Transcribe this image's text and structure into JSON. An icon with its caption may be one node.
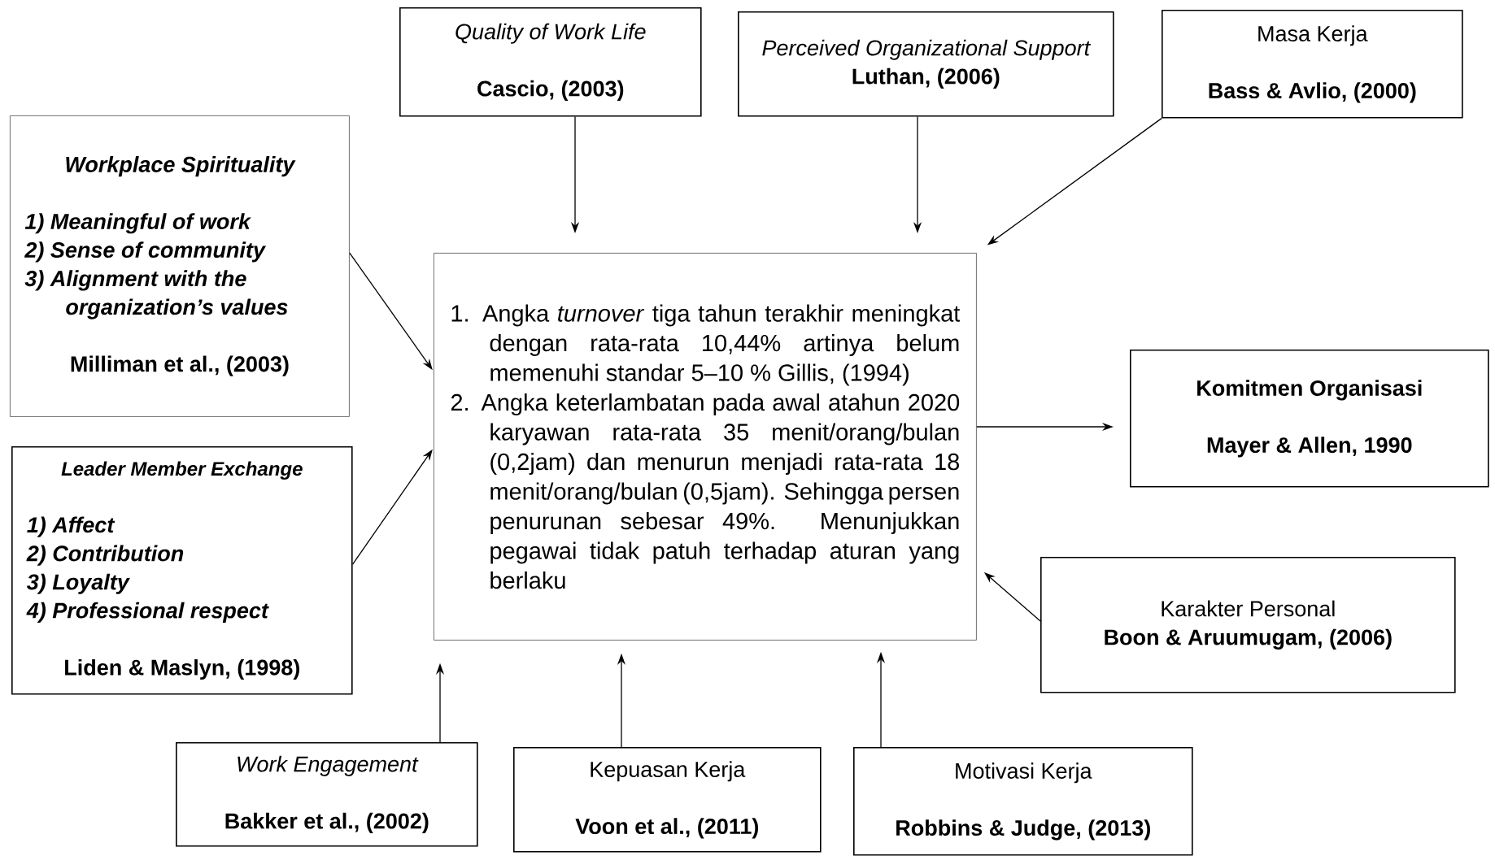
{
  "diagram": {
    "nodes": [
      {
        "text": [
          "Quality of Work Life",
          "Cascio, (2003)"
        ]
      },
      {
        "text": [
          "Perceived Organizational Support",
          "Luthan, (2006)"
        ]
      },
      {
        "text": [
          "Masa Kerja",
          "Bass & Avlio, (2000)"
        ]
      },
      {
        "text": [
          "Workplace Spirituality",
          "1) Meaningful of work",
          "2) Sense of community",
          "3) Alignment with the organization’s values",
          "Milliman et al., (2003)"
        ]
      },
      {
        "text": [
          "1. Angka *turnover* tiga tahun terakhir meningkat dengan rata-rata 10,44% artinya belum memenuhi standar 5–10 % Gillis, (1994)",
          "2. Angka keterlambatan pada awal atahun 2020 karyawan rata-rata 35 menit/orang/bulan (0,2jam) dan menurun menjadi rata-rata 18 menit/orang/bulan (0,5jam). Sehingga persen penurunan sebesar 49%. Menunjukkan pegawai tidak patuh terhadap aturan yang berlaku"
        ]
      },
      {
        "text": [
          "Leader Member Exchange",
          "1) Affect",
          "2) Contribution",
          "3) Loyalty",
          "4) Professional respect",
          "Liden & Maslyn, (1998)"
        ]
      },
      {
        "text": [
          "Komitmen Organisasi",
          "Mayer & Allen, 1990"
        ]
      },
      {
        "text": [
          "Karakter Personal",
          "Boon & Aruumugam, (2006)"
        ]
      },
      {
        "text": [
          "Work Engagement",
          "Bakker et al., (2002)"
        ]
      },
      {
        "text": [
          "Kepuasan Kerja",
          "Voon et al., (2011)"
        ]
      },
      {
        "text": [
          "Motivasi Kerja",
          "Robbins & Judge, (2013)"
        ]
      }
    ],
    "edges": [
      {
        "from": 0,
        "to": 4,
        "arrow": "to"
      },
      {
        "from": 1,
        "to": 4,
        "arrow": "to"
      },
      {
        "from": 2,
        "to": 4,
        "arrow": "to"
      },
      {
        "from": 3,
        "to": 4,
        "arrow": "to"
      },
      {
        "from": 5,
        "to": 4,
        "arrow": "to"
      },
      {
        "from": 4,
        "to": 6,
        "arrow": "to"
      },
      {
        "from": 7,
        "to": 4,
        "arrow": "to"
      },
      {
        "from": 8,
        "to": 4,
        "arrow": "to"
      },
      {
        "from": 9,
        "to": 4,
        "arrow": "to"
      },
      {
        "from": 10,
        "to": 4,
        "arrow": "to"
      }
    ]
  }
}
